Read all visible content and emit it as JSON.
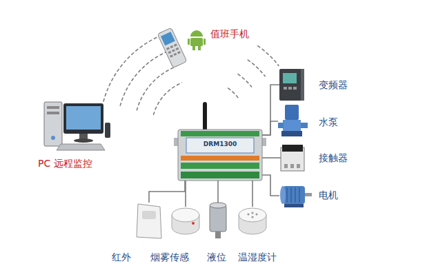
{
  "diagram": {
    "nodes": [
      {
        "text": [
          "值班手机"
        ]
      },
      {
        "text": [
          "PC 远程监控"
        ]
      },
      {
        "text": [
          "DRM1300"
        ]
      },
      {
        "text": [
          "变频器"
        ]
      },
      {
        "text": [
          "水泵"
        ]
      },
      {
        "text": [
          "接触器"
        ]
      },
      {
        "text": [
          "电机"
        ]
      },
      {
        "text": [
          "红外"
        ]
      },
      {
        "text": [
          "烟雾传感"
        ]
      },
      {
        "text": [
          "液位"
        ]
      },
      {
        "text": [
          "温湿度计"
        ]
      }
    ],
    "edges": [
      {
        "from": 2,
        "to": 3,
        "arrow": "none"
      },
      {
        "from": 2,
        "to": 4,
        "arrow": "none"
      },
      {
        "from": 2,
        "to": 5,
        "arrow": "none"
      },
      {
        "from": 2,
        "to": 6,
        "arrow": "none"
      },
      {
        "from": 2,
        "to": 7,
        "arrow": "none"
      },
      {
        "from": 2,
        "to": 8,
        "arrow": "none"
      },
      {
        "from": 2,
        "to": 9,
        "arrow": "none"
      },
      {
        "from": 2,
        "to": 10,
        "arrow": "none"
      }
    ]
  }
}
